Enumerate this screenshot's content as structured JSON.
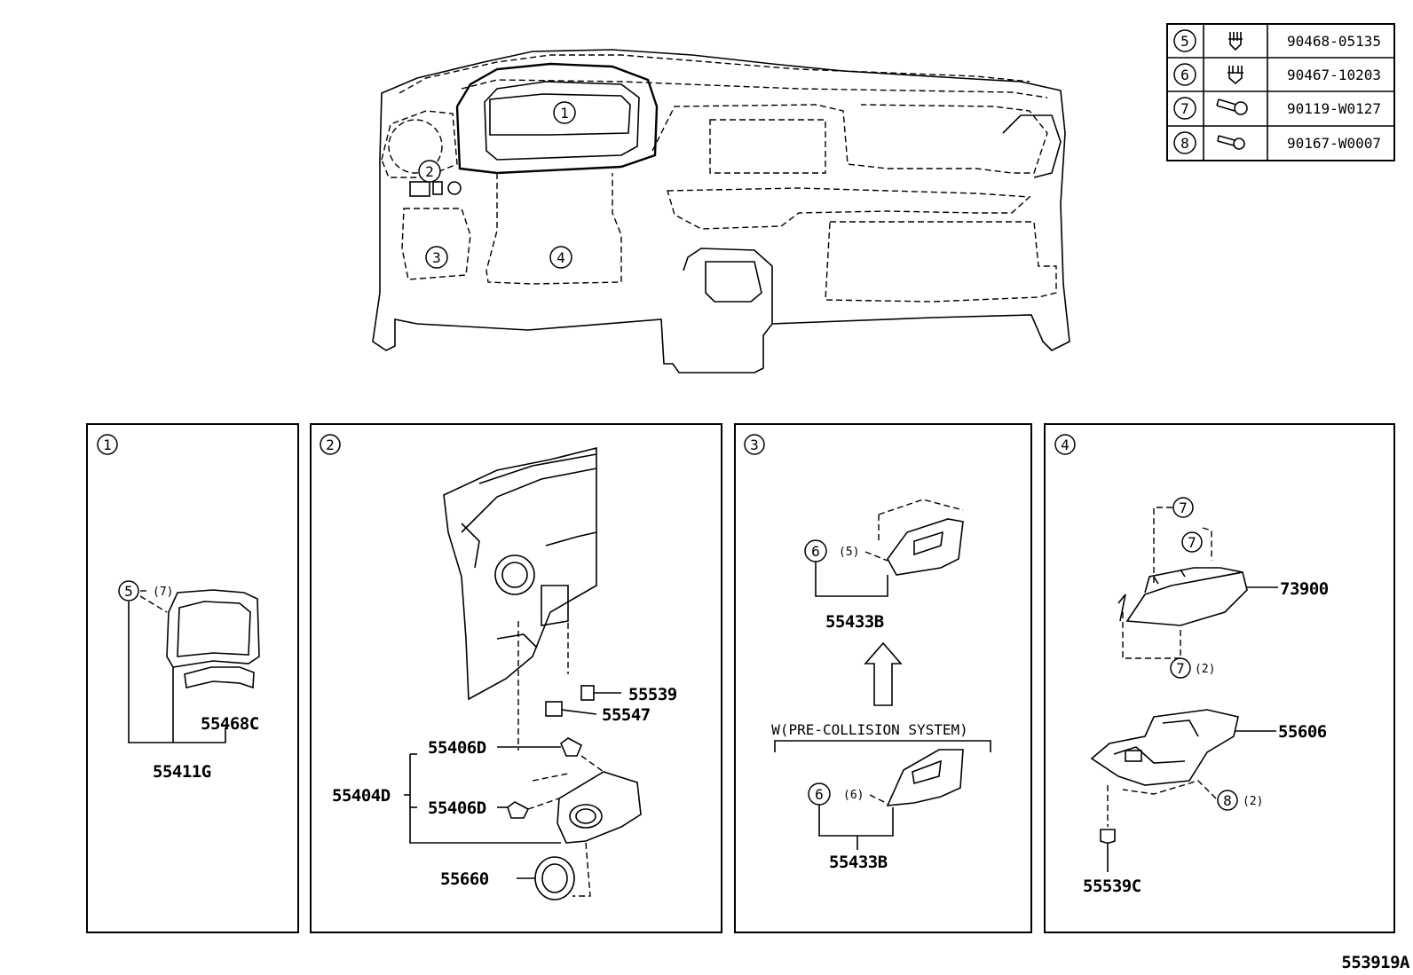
{
  "fasteners": [
    {
      "ref": "5",
      "part_no": "90468-05135",
      "icon": "clip-icon"
    },
    {
      "ref": "6",
      "part_no": "90467-10203",
      "icon": "clip-icon"
    },
    {
      "ref": "7",
      "part_no": "90119-W0127",
      "icon": "screw-icon"
    },
    {
      "ref": "8",
      "part_no": "90167-W0007",
      "icon": "screw-icon"
    }
  ],
  "overview": {
    "callouts": [
      "1",
      "2",
      "3",
      "4"
    ]
  },
  "panel1": {
    "num": "1",
    "callout_ref": "5",
    "callout_qty": "(7)",
    "parts": [
      "55468C",
      "55411G"
    ]
  },
  "panel2": {
    "num": "2",
    "parts": [
      "55539",
      "55547",
      "55406D",
      "55404D",
      "55406D",
      "55660"
    ]
  },
  "panel3": {
    "num": "3",
    "upper_ref": "6",
    "upper_qty": "(5)",
    "upper_part": "55433B",
    "condition": "W(PRE-COLLISION SYSTEM)",
    "lower_ref": "6",
    "lower_qty": "(6)",
    "lower_part": "55433B"
  },
  "panel4": {
    "num": "4",
    "ref7": "7",
    "ref7_qty": "(2)",
    "ref8": "8",
    "ref8_qty": "(2)",
    "parts": [
      "73900",
      "55606",
      "55539C"
    ]
  },
  "diagram_code": "553919A"
}
